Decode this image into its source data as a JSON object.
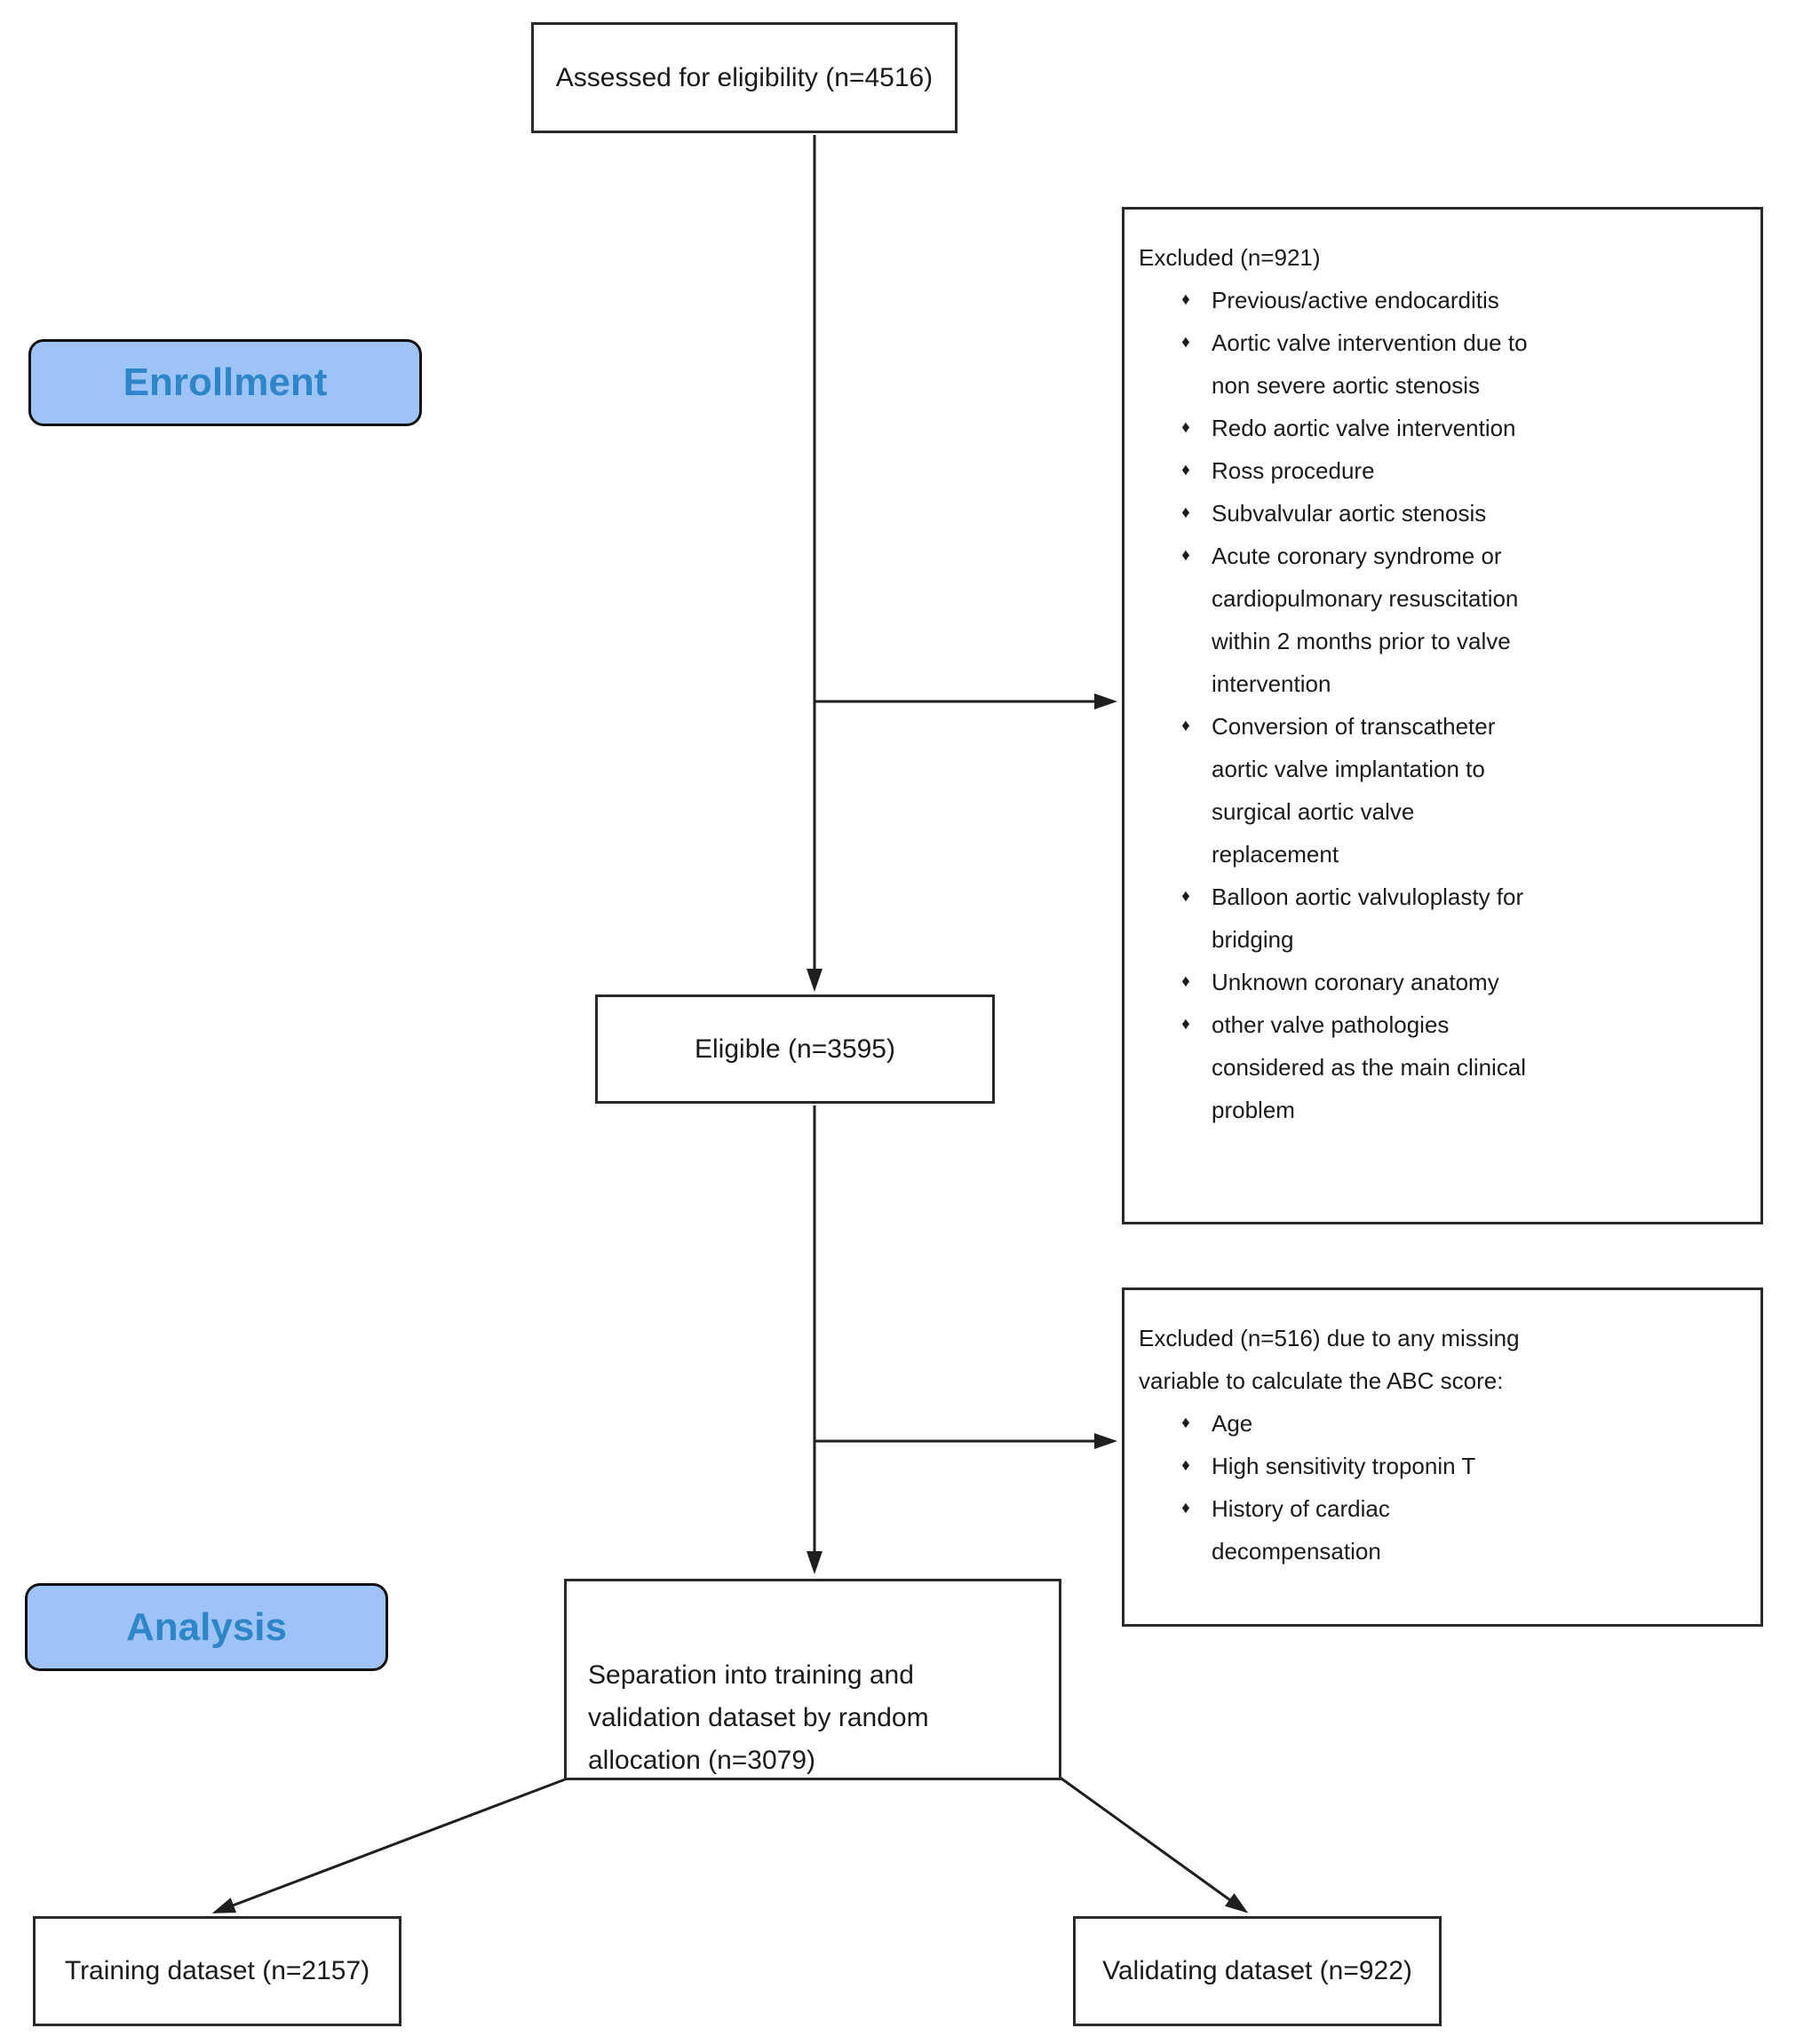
{
  "figure": {
    "type": "consort-flow-diagram"
  },
  "colors": {
    "stage_badge_fill": "#9dc3f7",
    "stage_badge_text": "#2e86c8",
    "box_border": "#2a2a2a",
    "arrow": "#1f1f1f"
  },
  "bullet_char": "♦",
  "stages": {
    "enrollment": "Enrollment",
    "analysis": "Analysis"
  },
  "nodes": {
    "assessed": {
      "label": "Assessed for eligibility (n=4516)"
    },
    "excluded_enrollment": {
      "title": "Excluded (n=921)",
      "items": [
        "Previous/active endocarditis",
        "Aortic valve intervention due to\nnon severe aortic stenosis",
        "Redo aortic valve intervention",
        "Ross procedure",
        "Subvalvular aortic stenosis",
        "Acute coronary syndrome or\ncardiopulmonary resuscitation\nwithin 2 months prior to valve\nintervention",
        "Conversion of transcatheter\naortic valve implantation to\nsurgical aortic valve\nreplacement",
        "Balloon aortic valvuloplasty for\nbridging",
        "Unknown coronary anatomy",
        "other valve pathologies\nconsidered as the main clinical\nproblem"
      ]
    },
    "eligible": {
      "label": "Eligible (n=3595)"
    },
    "excluded_missing": {
      "title": "Excluded (n=516) due to any missing\nvariable to calculate the ABC score:",
      "items": [
        "Age",
        "High sensitivity troponin T",
        "History of cardiac\ndecompensation"
      ]
    },
    "separation": {
      "label": "Separation into training and\nvalidation dataset by random\nallocation (n=3079)"
    },
    "training": {
      "label": "Training dataset (n=2157)"
    },
    "validating": {
      "label": "Validating dataset (n=922)"
    }
  }
}
